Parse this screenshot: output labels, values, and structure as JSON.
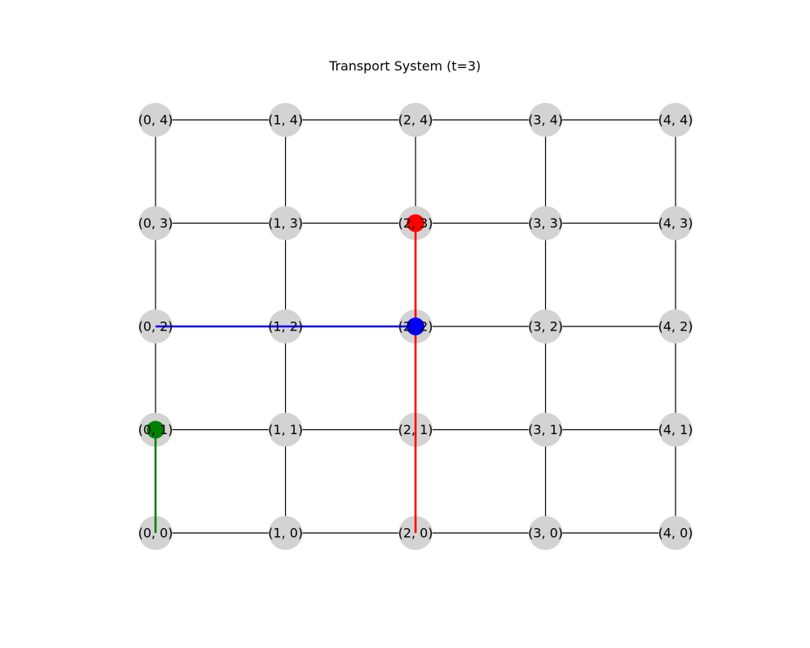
{
  "title": "Transport System (t=3)",
  "grid": {
    "cols": 5,
    "rows": 5
  },
  "nodes": [
    {
      "x": 0,
      "y": 0,
      "label": "(0, 0)"
    },
    {
      "x": 0,
      "y": 1,
      "label": "(0, 1)"
    },
    {
      "x": 0,
      "y": 2,
      "label": "(0, 2)"
    },
    {
      "x": 0,
      "y": 3,
      "label": "(0, 3)"
    },
    {
      "x": 0,
      "y": 4,
      "label": "(0, 4)"
    },
    {
      "x": 1,
      "y": 0,
      "label": "(1, 0)"
    },
    {
      "x": 1,
      "y": 1,
      "label": "(1, 1)"
    },
    {
      "x": 1,
      "y": 2,
      "label": "(1, 2)"
    },
    {
      "x": 1,
      "y": 3,
      "label": "(1, 3)"
    },
    {
      "x": 1,
      "y": 4,
      "label": "(1, 4)"
    },
    {
      "x": 2,
      "y": 0,
      "label": "(2, 0)"
    },
    {
      "x": 2,
      "y": 1,
      "label": "(2, 1)"
    },
    {
      "x": 2,
      "y": 2,
      "label": "(2, 2)"
    },
    {
      "x": 2,
      "y": 3,
      "label": "(2, 3)"
    },
    {
      "x": 2,
      "y": 4,
      "label": "(2, 4)"
    },
    {
      "x": 3,
      "y": 0,
      "label": "(3, 0)"
    },
    {
      "x": 3,
      "y": 1,
      "label": "(3, 1)"
    },
    {
      "x": 3,
      "y": 2,
      "label": "(3, 2)"
    },
    {
      "x": 3,
      "y": 3,
      "label": "(3, 3)"
    },
    {
      "x": 3,
      "y": 4,
      "label": "(3, 4)"
    },
    {
      "x": 4,
      "y": 0,
      "label": "(4, 0)"
    },
    {
      "x": 4,
      "y": 1,
      "label": "(4, 1)"
    },
    {
      "x": 4,
      "y": 2,
      "label": "(4, 2)"
    },
    {
      "x": 4,
      "y": 3,
      "label": "(4, 3)"
    },
    {
      "x": 4,
      "y": 4,
      "label": "(4, 4)"
    }
  ],
  "paths": [
    {
      "color": "#ff0000",
      "points": [
        [
          2,
          0
        ],
        [
          2,
          1
        ],
        [
          2,
          2
        ],
        [
          2,
          3
        ]
      ]
    },
    {
      "color": "#0000ff",
      "points": [
        [
          0,
          2
        ],
        [
          1,
          2
        ],
        [
          2,
          2
        ]
      ]
    },
    {
      "color": "#008000",
      "points": [
        [
          0,
          0
        ],
        [
          0,
          1
        ]
      ]
    }
  ],
  "vehicles": [
    {
      "color": "#ff0000",
      "at": [
        2,
        3
      ]
    },
    {
      "color": "#0000ff",
      "at": [
        2,
        2
      ]
    },
    {
      "color": "#008000",
      "at": [
        0,
        1
      ]
    }
  ],
  "colors": {
    "node_fill": "#d3d3d3",
    "edge": "#000000",
    "background": "#ffffff"
  }
}
